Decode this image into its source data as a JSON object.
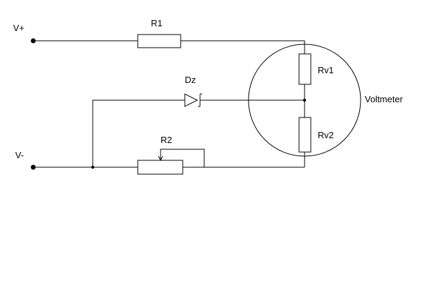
{
  "labels": {
    "v_plus": "V+",
    "v_minus": "V-",
    "r1": "R1",
    "r2": "R2",
    "dz": "Dz",
    "rv1": "Rv1",
    "rv2": "Rv2",
    "voltmeter": "Voltmeter"
  }
}
